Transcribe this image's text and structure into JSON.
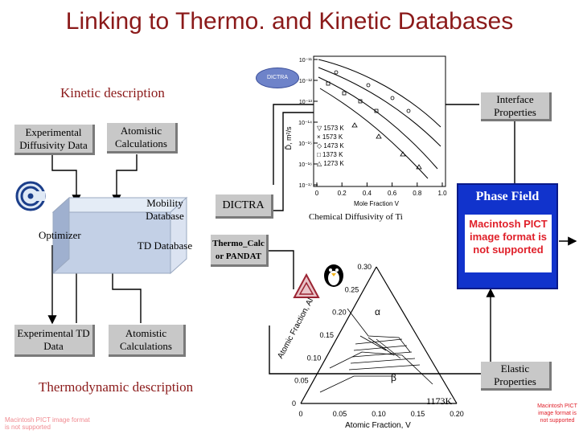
{
  "title": "Linking to Thermo. and Kinetic Databases",
  "kinetic_label": "Kinetic description",
  "thermo_label": "Thermodynamic description",
  "boxes": {
    "exp_diffusivity": "Experimental Diffusivity Data",
    "atomistic_top": "Atomistic Calculations",
    "mobility_db": "Mobility Database",
    "td_db": "TD Database",
    "exp_td": "Experimental TD Data",
    "atomistic_bottom": "Atomistic Calculations",
    "interface": "Interface Properties",
    "elastic": "Elastic Properties",
    "dictra": "DICTRA",
    "thermo_calc": "Thermo_Calc or PANDAT"
  },
  "optimizer": "Optimizer",
  "phase_field": "Phase Field",
  "pict_note": "Macintosh PICT image format is not supported",
  "dictra_badge": "DICTRA",
  "diffusivity_plot": {
    "caption": "Chemical Diffusivity of Ti",
    "xlabel": "Mole Fraction V",
    "ylabel": "D̃, m²/s",
    "xticks": [
      "0",
      "0.2",
      "0.4",
      "0.6",
      "0.8",
      "1.0"
    ],
    "yticks": [
      "10⁻¹¹",
      "10⁻¹²",
      "10⁻¹³",
      "10⁻¹⁴",
      "10⁻¹⁵",
      "10⁻¹⁶",
      "10⁻¹⁷"
    ],
    "legend": [
      "▽ 1573 K",
      "× 1573 K",
      "◇ 1473 K",
      "□ 1373 K",
      "△ 1273 K"
    ]
  },
  "phase_diagram": {
    "xlabel": "Atomic Fraction, V",
    "side_label": "Atomic Fraction, Al",
    "temperature": "1173K",
    "alpha": "α",
    "beta": "β",
    "xticks": [
      "0",
      "0.05",
      "0.10",
      "0.15",
      "0.20"
    ],
    "side_ticks": [
      "0.30",
      "0.25",
      "0.20",
      "0.15",
      "0.10",
      "0.05",
      "0"
    ]
  },
  "colors": {
    "title": "#8b1a1a",
    "box": "#c8c8c8",
    "phase_field": "#1133cc",
    "pict_red": "#e0202a"
  }
}
